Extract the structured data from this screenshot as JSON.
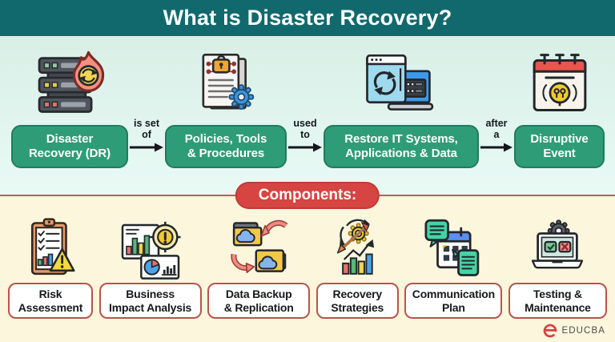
{
  "title": "What is Disaster Recovery?",
  "flow": {
    "steps": [
      {
        "label": "Disaster\nRecovery (DR)",
        "icon": "server-fire-icon"
      },
      {
        "label": "Policies, Tools\n& Procedures",
        "icon": "secure-document-gear-icon"
      },
      {
        "label": "Restore IT Systems,\nApplications & Data",
        "icon": "system-restore-icon"
      },
      {
        "label": "Disruptive\nEvent",
        "icon": "calendar-idea-icon"
      }
    ],
    "connectors": [
      "is set\nof",
      "used\nto",
      "after\na"
    ]
  },
  "components": {
    "heading": "Components:",
    "items": [
      {
        "label": "Risk\nAssessment",
        "icon": "clipboard-warning-icon"
      },
      {
        "label": "Business\nImpact Analysis",
        "icon": "charts-target-icon"
      },
      {
        "label": "Data Backup\n& Replication",
        "icon": "folder-sync-icon"
      },
      {
        "label": "Recovery\nStrategies",
        "icon": "dart-gear-chart-icon"
      },
      {
        "label": "Communication\nPlan",
        "icon": "calendar-chat-icon"
      },
      {
        "label": "Testing &\nMaintenance",
        "icon": "laptop-gear-check-icon"
      }
    ]
  },
  "branding": {
    "logo_text": "EDUCBA"
  },
  "colors": {
    "header_bg": "#11696d",
    "flow_box_bg": "#2f9c78",
    "flow_section_bg": "#ddf2e9",
    "components_banner_bg": "#d64541",
    "components_section_bg": "#fcf6dd",
    "label_box_border": "#b8544b",
    "divider_line": "#b2625a"
  }
}
